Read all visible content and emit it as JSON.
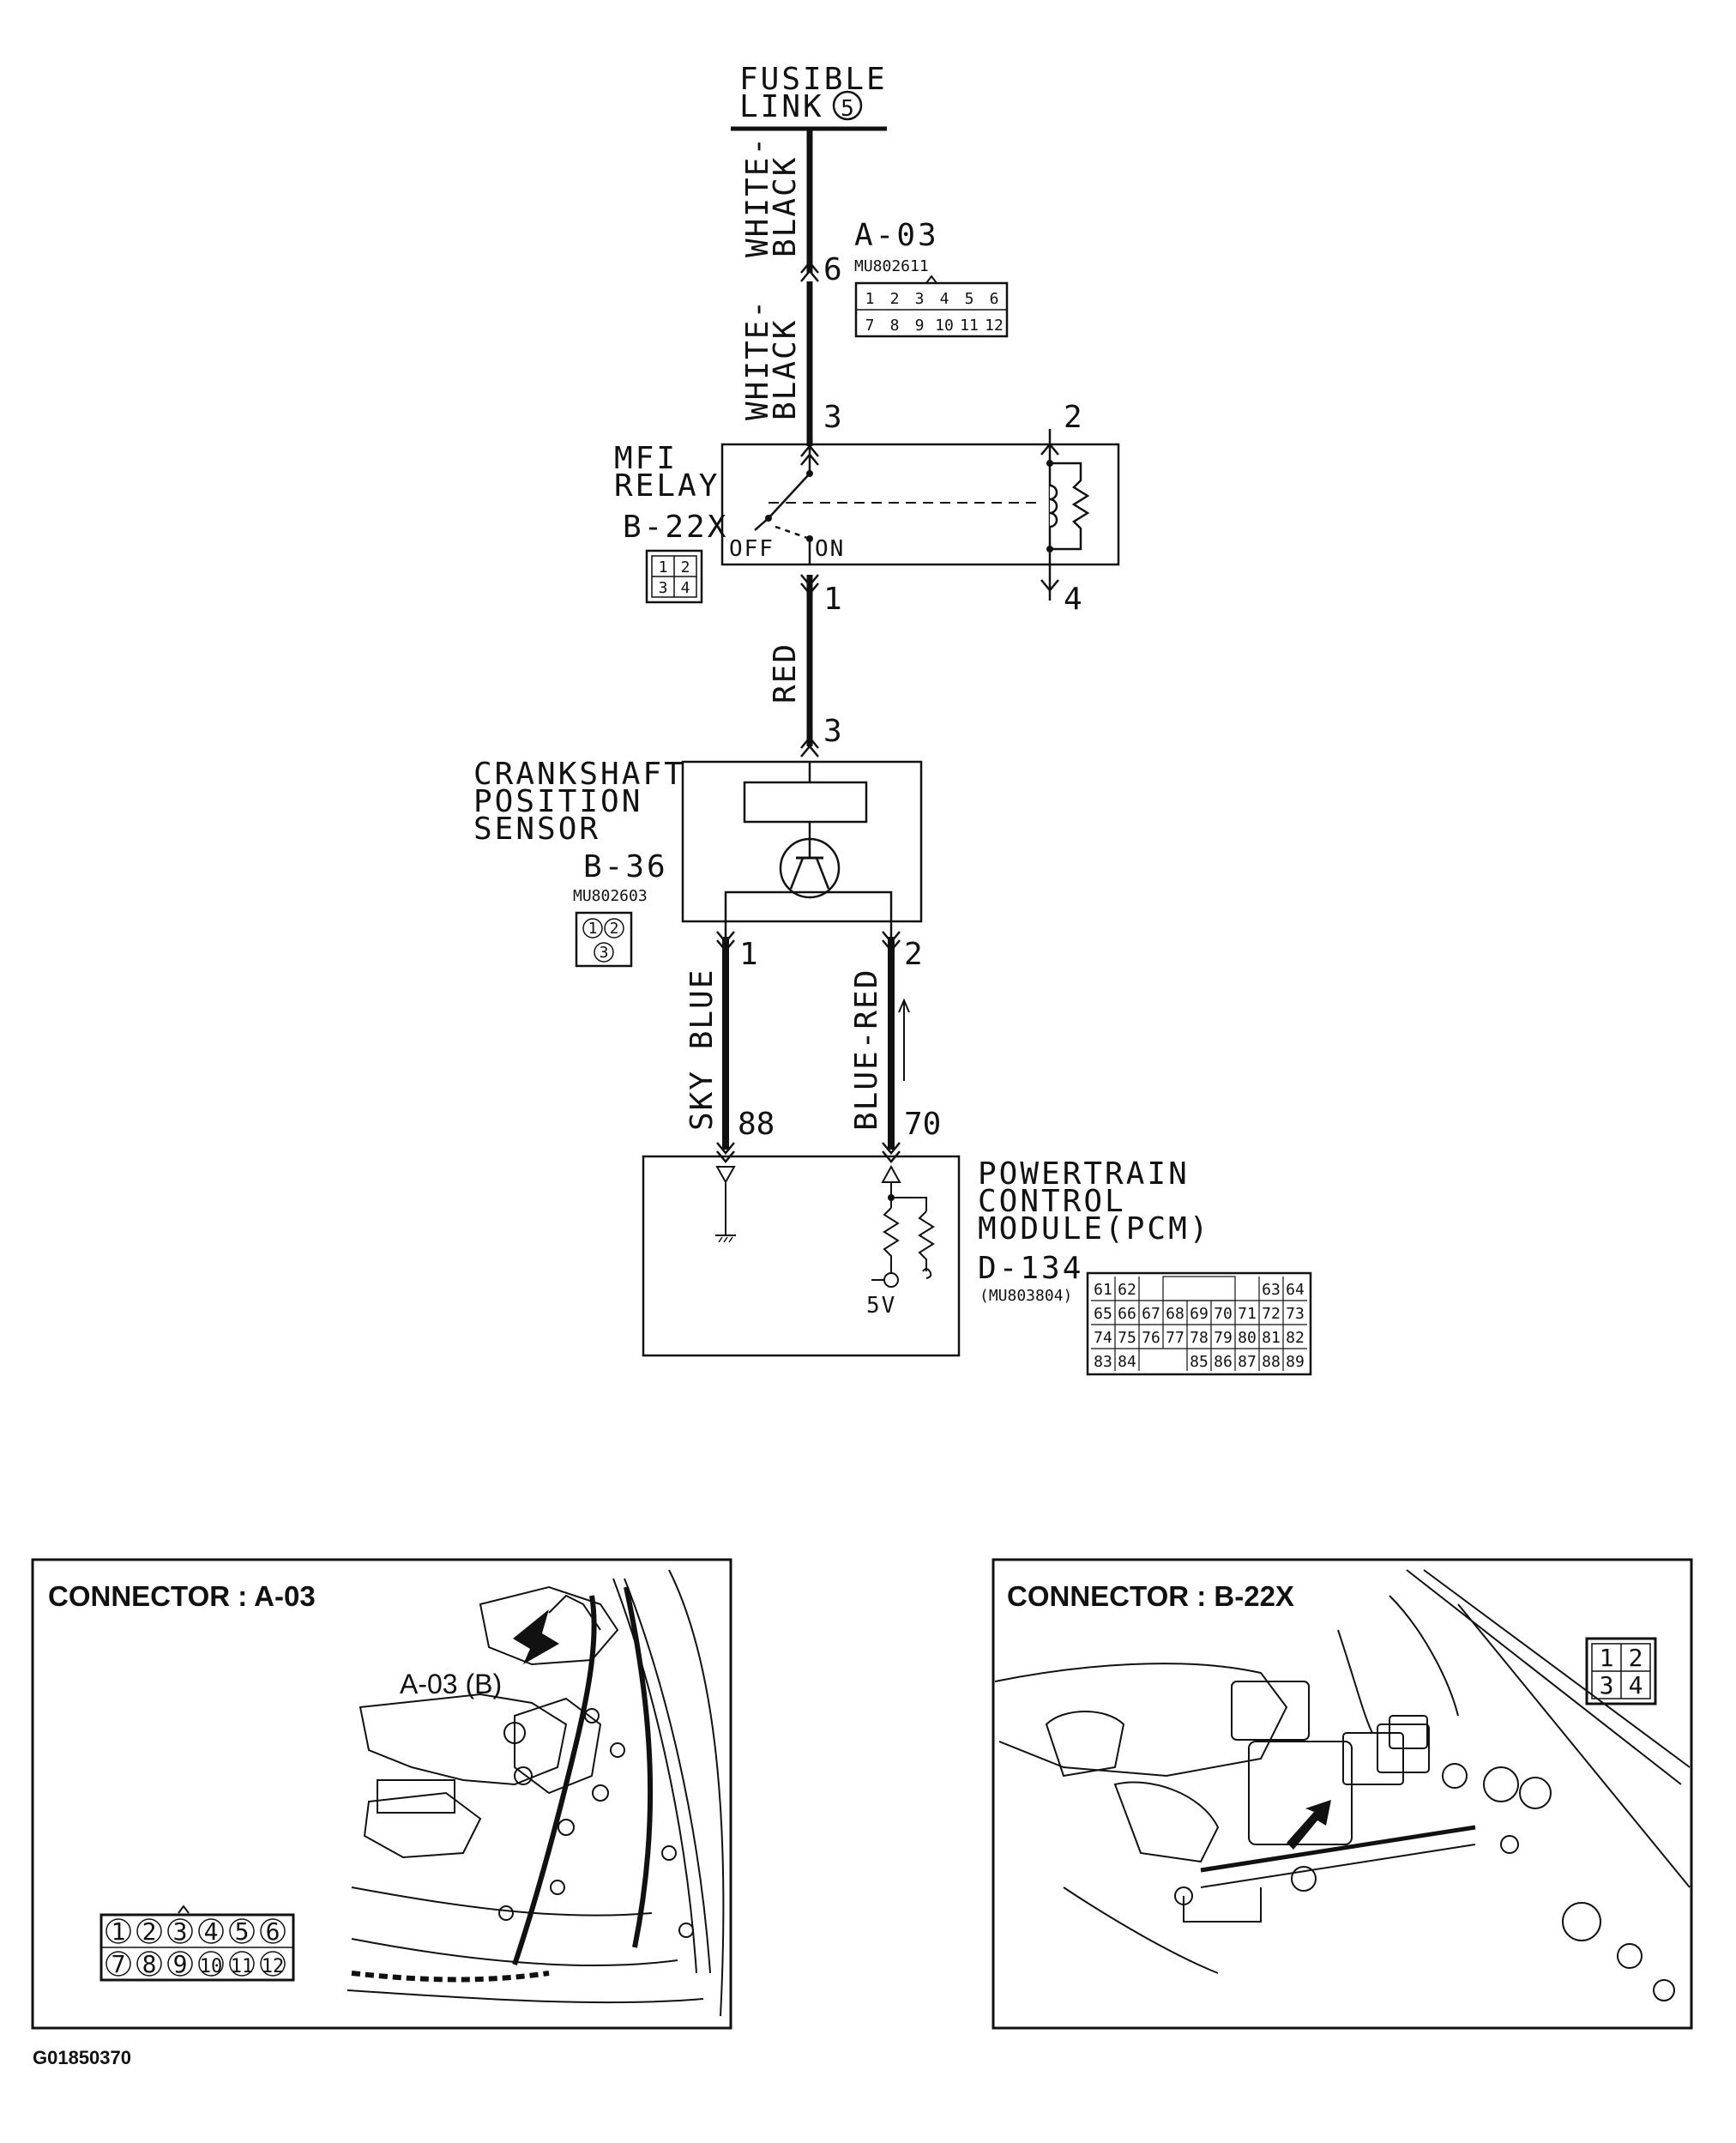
{
  "fusible_link": {
    "line1": "FUSIBLE",
    "line2": "LINK",
    "number": "5"
  },
  "wires": {
    "w1": {
      "line1": "WHITE-",
      "line2": "BLACK"
    },
    "w2": {
      "line1": "WHITE-",
      "line2": "BLACK"
    },
    "w3": "RED",
    "w4": "SKY BLUE",
    "w5": "BLUE-RED"
  },
  "connector_a03": {
    "id": "A-03",
    "part": "MU802611",
    "row1": [
      "1",
      "2",
      "3",
      "4",
      "5",
      "6"
    ],
    "row2": [
      "7",
      "8",
      "9",
      "10",
      "11",
      "12"
    ]
  },
  "mfi_relay": {
    "line1": "MFI",
    "line2": "RELAY",
    "id": "B-22X",
    "off_label": "OFF",
    "on_label": "ON",
    "grid": [
      "1",
      "2",
      "3",
      "4"
    ]
  },
  "crank_sensor": {
    "line1": "CRANKSHAFT",
    "line2": "POSITION",
    "line3": "SENSOR",
    "id": "B-36",
    "part": "MU802603",
    "pins": [
      "1",
      "2",
      "3"
    ]
  },
  "pcm": {
    "line1": "POWERTRAIN",
    "line2": "CONTROL",
    "line3": "MODULE(PCM)",
    "id": "D-134",
    "part": "(MU803804)",
    "voltage": "5V",
    "grid": {
      "r1": [
        "61",
        "62",
        "63",
        "64"
      ],
      "r2": [
        "65",
        "66",
        "67",
        "68",
        "69",
        "70",
        "71",
        "72",
        "73"
      ],
      "r3": [
        "74",
        "75",
        "76",
        "77",
        "78",
        "79",
        "80",
        "81",
        "82"
      ],
      "r4": [
        "83",
        "84",
        "85",
        "86",
        "87",
        "88",
        "89"
      ]
    }
  },
  "pins": {
    "p6": "6",
    "p3a": "3",
    "p2": "2",
    "p1a": "1",
    "p4": "4",
    "p3b": "3",
    "p1b": "1",
    "p2b": "2",
    "p88": "88",
    "p70": "70"
  },
  "panel_left": {
    "header": "CONNECTOR : A-03",
    "callout": "A-03 (B)",
    "row1": [
      "1",
      "2",
      "3",
      "4",
      "5",
      "6"
    ],
    "row2": [
      "7",
      "8",
      "9",
      "10",
      "11",
      "12"
    ]
  },
  "panel_right": {
    "header": "CONNECTOR : B-22X",
    "grid": [
      "1",
      "2",
      "3",
      "4"
    ]
  },
  "figure_code": "G01850370"
}
